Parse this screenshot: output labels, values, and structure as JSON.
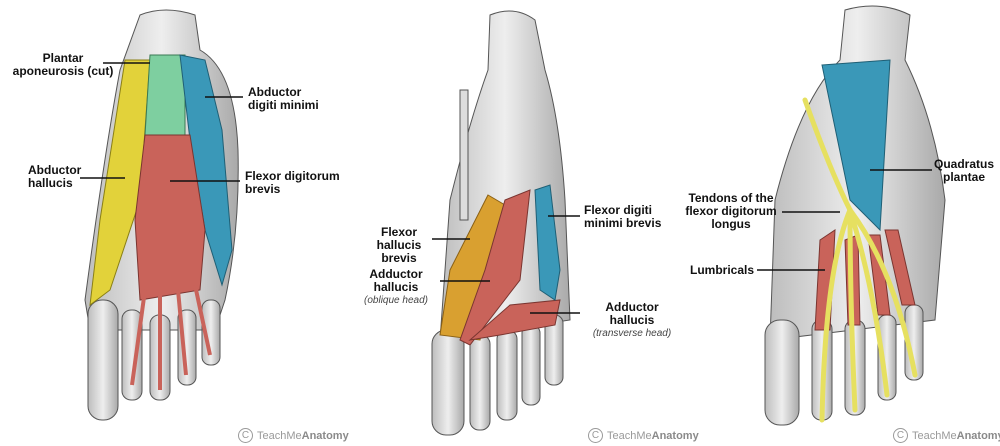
{
  "panels": [
    {
      "labels": {
        "plantar_aponeurosis": "Plantar aponeurosis (cut)",
        "abductor_digiti_minimi": "Abductor digiti minimi",
        "abductor_hallucis": "Abductor hallucis",
        "flexor_digitorum_brevis": "Flexor digitorum brevis"
      },
      "watermark": {
        "prefix": "TeachMe",
        "brand": "Anatomy",
        "symbol": "C"
      }
    },
    {
      "labels": {
        "flexor_hallucis_brevis": "Flexor hallucis brevis",
        "adductor_hallucis_oblique": "Adductor hallucis",
        "adductor_hallucis_oblique_sub": "(oblique head)",
        "flexor_digiti_minimi_brevis": "Flexor digiti minimi brevis",
        "adductor_hallucis_transverse": "Adductor hallucis",
        "adductor_hallucis_transverse_sub": "(transverse head)"
      },
      "watermark": {
        "prefix": "TeachMe",
        "brand": "Anatomy",
        "symbol": "C"
      }
    },
    {
      "labels": {
        "quadratus_plantae": "Quadratus plantae",
        "tendons_fdl": "Tendons of the flexor digitorum longus",
        "lumbricals": "Lumbricals"
      },
      "watermark": {
        "prefix": "TeachMe",
        "brand": "Anatomy",
        "symbol": "C"
      }
    }
  ],
  "colors": {
    "yellow": "#e2d23a",
    "green": "#7ecfa0",
    "blue": "#3a98b8",
    "red": "#c9635a",
    "orange": "#d9a030",
    "bone": "#dedede"
  }
}
